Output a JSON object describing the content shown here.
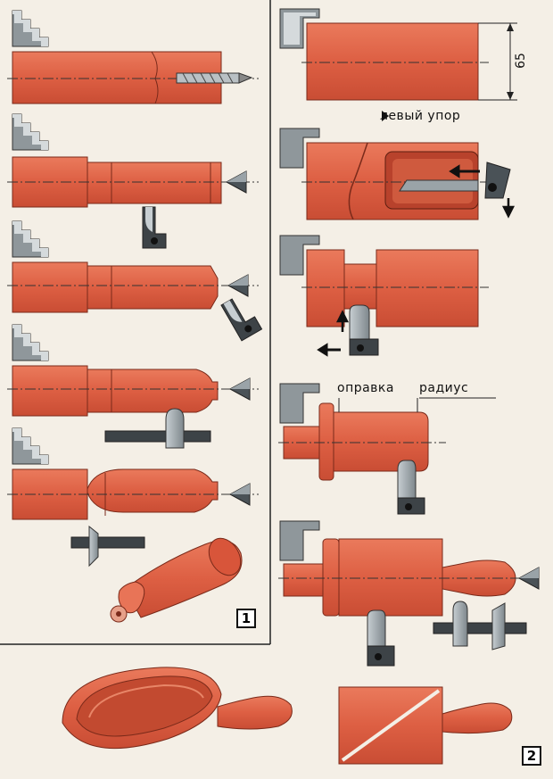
{
  "labels": {
    "left_stop": "левый упор",
    "mandrel": "оправка",
    "radius": "радиус",
    "dimension": "65"
  },
  "figures": {
    "fig1": "1",
    "fig2": "2"
  },
  "colors": {
    "wood": "#e2664a",
    "wood_dark": "#b8422c",
    "metal": "#9aa3a8",
    "metal_dark": "#3d4347",
    "bg": "#f4efe6",
    "ink": "#1a1a1a"
  }
}
